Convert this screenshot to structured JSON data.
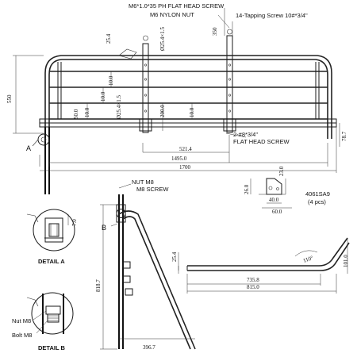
{
  "callouts": {
    "flat_head_screw_m6": "M6*1.0*35 PH FLAT HEAD SCREW",
    "nylon_nut_m6": "M6 NYLON NUT",
    "tapping_screw": "14-Tapping Screw 10#*3/4\"",
    "flat_head_screw_2": "2-#8*3/4\"",
    "flat_head_screw_2b": "FLAT HEAD SCREW",
    "nut_m8": "NUT M8",
    "screw_m8": "M8 SCREW",
    "marker_a": "A",
    "marker_b": "B",
    "part_no": "4061SA9",
    "part_qty": "(4 pcs)",
    "nut_m8_b": "Nut M8",
    "bolt_m8": "Bolt M8"
  },
  "details": {
    "detail_a": "DETAIL A",
    "detail_b": "DETAIL B"
  },
  "dimensions": {
    "d25_4_top": "25.4",
    "d25_4_vert": "Ø25.4×1.5",
    "d350": "350",
    "d550": "550",
    "d10_a": "10.0",
    "d10_b": "10.0",
    "d10_c": "10.0",
    "d10_d": "10.0",
    "d25_4_mid": "Ø25.4×1.5",
    "d200": "200.0",
    "d50": "50.0",
    "d78_7": "78.7",
    "d521_4": "521.4",
    "d1495": "1495.0",
    "d1700": "1700",
    "d26": "26.0",
    "d23": "23.0",
    "d40": "40.0",
    "d60": "60.0",
    "d7": "7.0",
    "d818_7": "818.7",
    "d25_4_side": "25.4",
    "d735_8": "735.8",
    "d815": "815.0",
    "d101": "101.0",
    "d110_deg": "110°",
    "d396_7": "396.7"
  }
}
